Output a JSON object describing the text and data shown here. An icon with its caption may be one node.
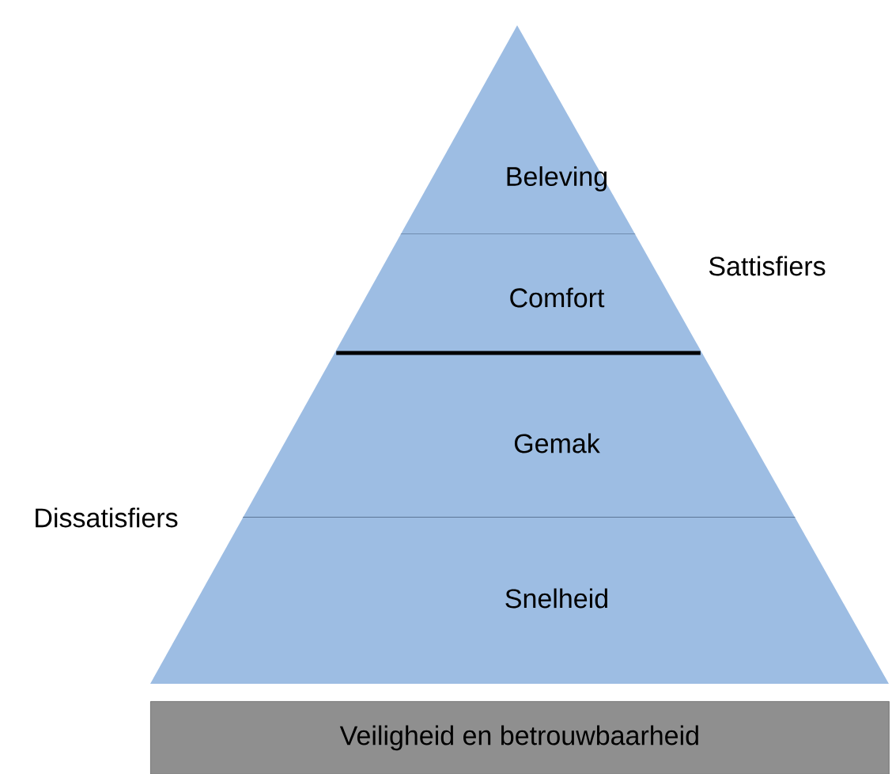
{
  "diagram": {
    "nodes": [
      {
        "text": [
          "Beleving"
        ]
      },
      {
        "text": [
          "Comfort"
        ]
      },
      {
        "text": [
          "Gemak"
        ]
      },
      {
        "text": [
          "Snelheid"
        ]
      },
      {
        "text": [
          "Veiligheid en betrouwbaarheid"
        ]
      }
    ],
    "labels": [
      "Sattisfiers",
      "Dissatisfiers"
    ]
  }
}
